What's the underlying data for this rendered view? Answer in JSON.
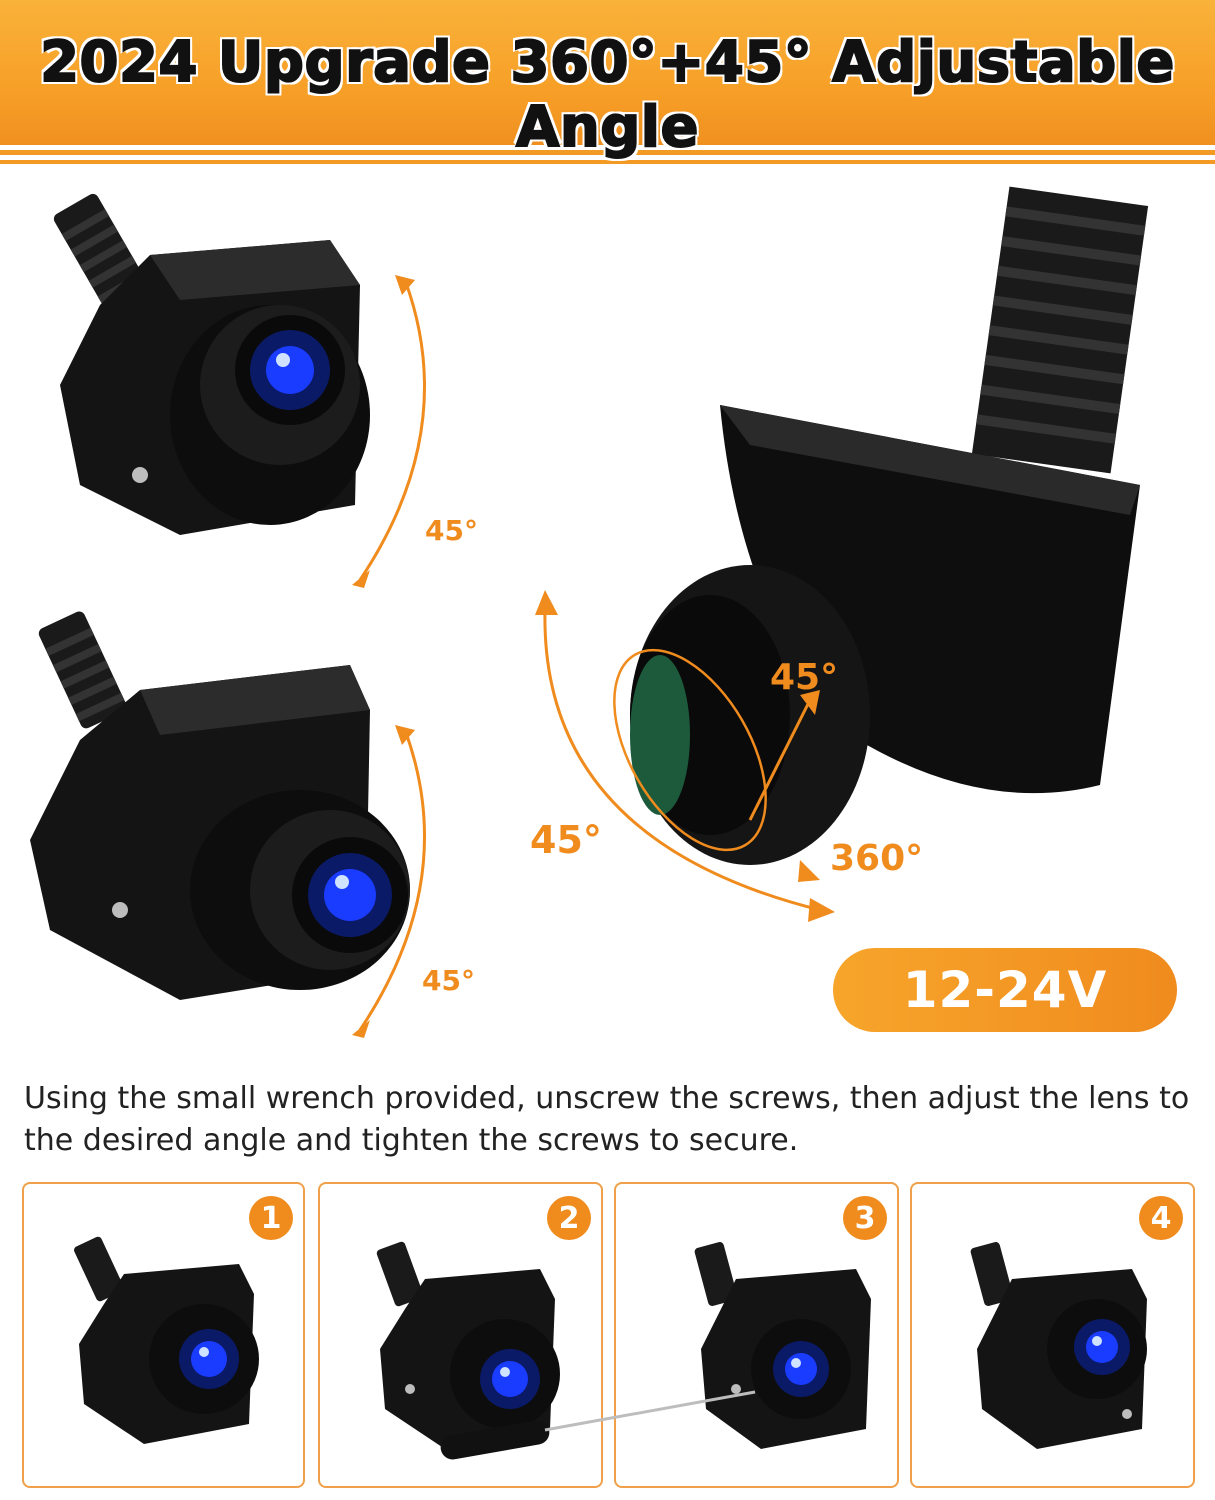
{
  "header": {
    "title": "2024 Upgrade 360°+45° Adjustable Angle"
  },
  "labels": {
    "top_left_angle": "45°",
    "bottom_left_angle": "45°",
    "right_tilt_angle": "45°",
    "right_swing_angle": "45°",
    "right_rotation": "360°"
  },
  "voltage": "12-24V",
  "instructions": "Using the small wrench provided, unscrew the screws, then adjust the lens to the desired angle and tighten the screws to secure.",
  "steps": [
    {
      "number": "1"
    },
    {
      "number": "2"
    },
    {
      "number": "3"
    },
    {
      "number": "4"
    }
  ],
  "colors": {
    "accent": "#f08b1e",
    "header": "#f7a028",
    "camera": "#111111"
  }
}
